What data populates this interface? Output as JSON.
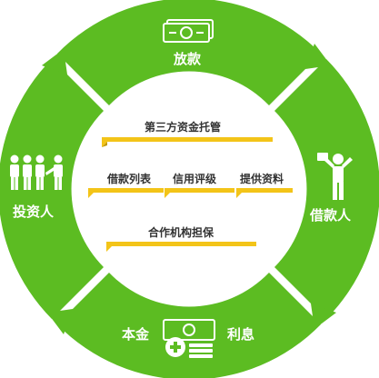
{
  "colors": {
    "segment_green": "#5cbc22",
    "inner_fill": "#ffffff",
    "tag_yellow": "#f3c418",
    "tag_shadow": "#c29a0a",
    "text_dark": "#333333",
    "text_light": "#ffffff"
  },
  "segments": {
    "top": {
      "label": "放款",
      "icon": "money-bills-icon"
    },
    "right": {
      "label": "借款人",
      "icon": "borrower-person-icon"
    },
    "bottom": {
      "label_left": "本金",
      "label_right": "利息",
      "icon": "money-plus-icon"
    },
    "left": {
      "label": "投资人",
      "icon": "investors-group-icon"
    }
  },
  "center": {
    "trustee": "第三方资金托管",
    "loan_list": "借款列表",
    "credit_rating": "信用评级",
    "provide_docs": "提供资料",
    "guarantee": "合作机构担保"
  }
}
